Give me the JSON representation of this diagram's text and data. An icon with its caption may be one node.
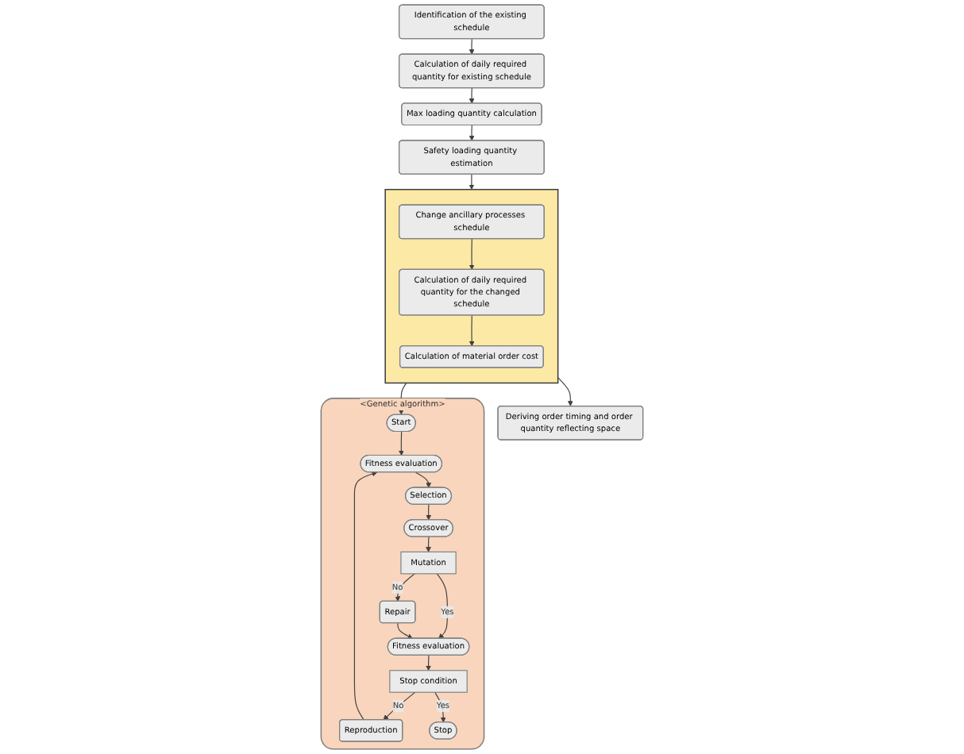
{
  "diagram": {
    "nodes": [
      {
        "text": [
          "Identification of the existing schedule"
        ]
      },
      {
        "text": [
          "Calculation of daily required quantity for existing schedule"
        ]
      },
      {
        "text": [
          "Max loading quantity calculation"
        ]
      },
      {
        "text": [
          "Safety loading quantity estimation"
        ]
      },
      {
        "text": [],
        "shape": "box"
      },
      {
        "text": [
          "Change ancillary processes schedule"
        ],
        "in": 4
      },
      {
        "text": [
          "Calculation of daily required quantity for the changed schedule"
        ],
        "in": 4
      },
      {
        "text": [
          "Calculation of material order cost"
        ],
        "in": 4
      },
      {
        "text": [
          "Deriving order timing and order quantity reflecting space"
        ]
      },
      {
        "text": [
          "<Genetic algorithm>"
        ]
      },
      {
        "text": [
          "Start"
        ],
        "in": 9
      },
      {
        "text": [
          "Fitness evaluation"
        ],
        "in": 9
      },
      {
        "text": [
          "Reproduction"
        ],
        "in": 9
      },
      {
        "text": [
          "Selection"
        ],
        "in": 9
      },
      {
        "text": [
          "Crossover"
        ],
        "in": 9
      },
      {
        "text": [
          "Mutation"
        ],
        "in": 9
      },
      {
        "text": [
          "Repair"
        ],
        "in": 9
      },
      {
        "text": [
          "Fitness evaluation"
        ],
        "in": 9
      },
      {
        "text": [
          "Stop condition"
        ],
        "in": 9
      },
      {
        "text": [
          "Stop"
        ],
        "in": 9
      }
    ],
    "edges": [
      {
        "from": 0,
        "to": 1,
        "arrow": "to"
      },
      {
        "from": 1,
        "to": 2,
        "arrow": "to"
      },
      {
        "from": 2,
        "to": 3,
        "arrow": "to"
      },
      {
        "from": 3,
        "to": 4,
        "arrow": "to"
      },
      {
        "from": 5,
        "to": 6,
        "arrow": "to"
      },
      {
        "from": 6,
        "to": 7,
        "arrow": "to"
      },
      {
        "from": 4,
        "to": 8,
        "arrow": "to"
      },
      {
        "from": 4,
        "to": 10,
        "arrow": "to"
      },
      {
        "from": 10,
        "to": 11,
        "arrow": "to"
      },
      {
        "from": 11,
        "to": 13,
        "arrow": "to"
      },
      {
        "from": 13,
        "to": 14,
        "arrow": "to"
      },
      {
        "from": 14,
        "to": 15,
        "arrow": "to"
      },
      {
        "from": 15,
        "to": 16,
        "arrow": "to",
        "label": "No"
      },
      {
        "from": 15,
        "to": 17,
        "arrow": "to",
        "label": "Yes"
      },
      {
        "from": 16,
        "to": 17,
        "arrow": "to"
      },
      {
        "from": 17,
        "to": 18,
        "arrow": "to"
      },
      {
        "from": 18,
        "to": 12,
        "arrow": "to",
        "label": "No"
      },
      {
        "from": 12,
        "to": 11,
        "arrow": "to"
      },
      {
        "from": 18,
        "to": 19,
        "arrow": "to",
        "label": "Yes"
      }
    ]
  }
}
